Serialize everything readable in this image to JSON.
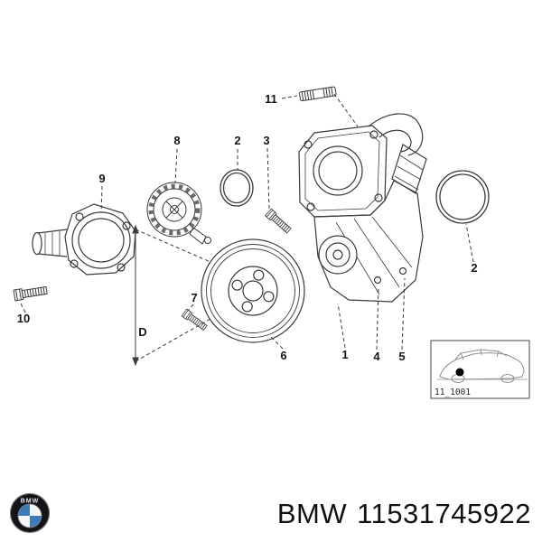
{
  "page": {
    "background": "#ffffff"
  },
  "diagram": {
    "callouts": {
      "c11": "11",
      "c8": "8",
      "c2_top": "2",
      "c3": "3",
      "c9": "9",
      "c10": "10",
      "c7": "7",
      "c6": "6",
      "cD": "D",
      "c1": "1",
      "c4": "4",
      "c5": "5",
      "c2_right": "2"
    },
    "inset": {
      "code": "11_1001"
    }
  },
  "footer": {
    "logo_text": "BMW",
    "brand": "BMW",
    "part_number": "11531745922"
  },
  "colors": {
    "line": "#3a3a3a",
    "bmw_blue": "#3d7ab8",
    "text": "#111111"
  }
}
